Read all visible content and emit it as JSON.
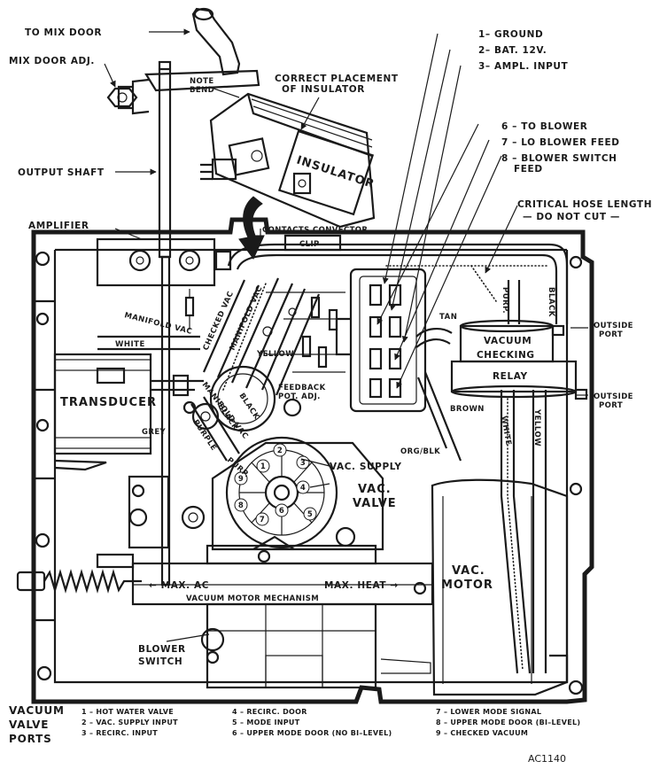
{
  "labels": {
    "to_mix_door": "TO MIX DOOR",
    "mix_door_adj": "MIX DOOR ADJ.",
    "output_shaft": "OUTPUT SHAFT",
    "amplifier": "AMPLIFIER",
    "correct_placement_1": "CORRECT PLACEMENT",
    "correct_placement_2": "OF INSULATOR",
    "note_bend_1": "NOTE",
    "note_bend_2": "BEND",
    "insulator": "INSULATOR",
    "contacts_convector": "CONTACTS CONVECTOR",
    "clip": "CLIP",
    "ground": "1– GROUND",
    "bat": "2– BAT. 12V.",
    "ampl_input": "3– AMPL. INPUT",
    "to_blower": "6 – TO BLOWER",
    "lo_blower": "7 – LO BLOWER FEED",
    "blower_switch_1": "8 – BLOWER SWITCH",
    "blower_switch_2": "FEED",
    "critical_1": "CRITICAL HOSE LENGTH",
    "critical_2": "— DO NOT CUT —",
    "manifold_vac_1": "MANIFOLD VAC",
    "checked_vac": "CHECKED VAC",
    "manifold_vac_2": "MANIFOLD VAC",
    "manifold_vac_3": "MANIFOLD VAC",
    "white_1": "WHITE",
    "white_2": "WHITE",
    "yellow_1": "YELLOW",
    "yellow_2": "YELLOW",
    "tan": "TAN",
    "purp_1": "PURP.",
    "purp_2": "PURP.",
    "purple": "PURPLE",
    "black_1": "BLACK",
    "black_2": "BLACK",
    "black_3": "BLACK",
    "feedback_1": "FEEDBACK",
    "feedback_2": "POT. ADJ.",
    "transducer": "TRANSDUCER",
    "grey": "GREY",
    "brown": "BROWN",
    "org_blk": "ORG/BLK",
    "vac_supply": "VAC. SUPPLY",
    "vac_valve_1": "VAC.",
    "vac_valve_2": "VALVE",
    "vcr_1": "VACUUM",
    "vcr_2": "CHECKING",
    "vcr_3": "RELAY",
    "outside_port_1a": "OUTSIDE",
    "outside_port_1b": "PORT",
    "outside_port_2a": "OUTSIDE",
    "outside_port_2b": "PORT",
    "vac_motor_1": "VAC.",
    "vac_motor_2": "MOTOR",
    "max_ac": "← MAX. AC",
    "max_heat": "MAX. HEAT →",
    "vmm": "VACUUM MOTOR MECHANISM",
    "blower_switch_a": "BLOWER",
    "blower_switch_b": "SWITCH",
    "figure_id": "AC1140"
  },
  "valve_ports": [
    "1",
    "2",
    "3",
    "4",
    "5",
    "6",
    "7",
    "8",
    "9"
  ],
  "legend": {
    "title": [
      "VACUUM",
      "VALVE",
      "PORTS"
    ],
    "items": [
      "1 – HOT WATER VALVE",
      "2 – VAC. SUPPLY INPUT",
      "3 – RECIRC. INPUT",
      "4 – RECIRC. DOOR",
      "5 – MODE INPUT",
      "6 – UPPER MODE DOOR (NO BI–LEVEL)",
      "7 – LOWER MODE SIGNAL",
      "8 – UPPER MODE DOOR (BI–LEVEL)",
      "9 – CHECKED VACUUM"
    ]
  }
}
